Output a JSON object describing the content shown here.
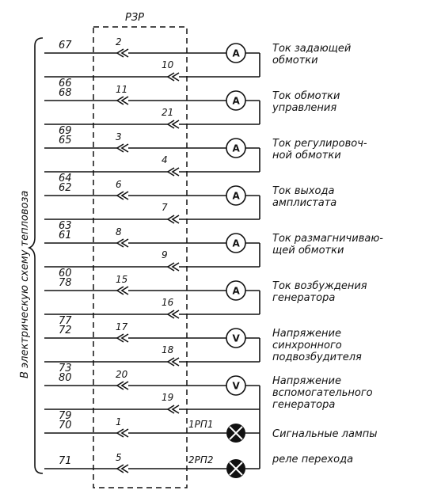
{
  "connector_label": "РЗР",
  "side_note": "В электрическую схему тепловоза",
  "groups": [
    {
      "top_wire": "67",
      "top_pin": "2",
      "bottom_wire": "66",
      "bottom_pin": "10",
      "device": "A",
      "lines": [
        "Ток задающей",
        "обмотки"
      ]
    },
    {
      "top_wire": "68",
      "top_pin": "11",
      "bottom_wire": "69",
      "bottom_pin": "21",
      "device": "A",
      "lines": [
        "Ток обмотки",
        "управления"
      ]
    },
    {
      "top_wire": "65",
      "top_pin": "3",
      "bottom_wire": "64",
      "bottom_pin": "4",
      "device": "A",
      "lines": [
        "Ток регулировоч-",
        "ной обмотки"
      ]
    },
    {
      "top_wire": "62",
      "top_pin": "6",
      "bottom_wire": "63",
      "bottom_pin": "7",
      "device": "A",
      "lines": [
        "Ток выхода",
        "амплистата"
      ]
    },
    {
      "top_wire": "61",
      "top_pin": "8",
      "bottom_wire": "60",
      "bottom_pin": "9",
      "device": "A",
      "lines": [
        "Ток размагничиваю-",
        "щей обмотки"
      ]
    },
    {
      "top_wire": "78",
      "top_pin": "15",
      "bottom_wire": "77",
      "bottom_pin": "16",
      "device": "A",
      "lines": [
        "Ток возбуждения",
        "генератора"
      ]
    },
    {
      "top_wire": "72",
      "top_pin": "17",
      "bottom_wire": "73",
      "bottom_pin": "18",
      "device": "V",
      "lines": [
        "Напряжение",
        "синхронного",
        "подвозбудителя"
      ]
    },
    {
      "top_wire": "80",
      "top_pin": "20",
      "bottom_wire": "79",
      "bottom_pin": "19",
      "device": "V",
      "lines": [
        "Напряжение",
        "вспомогательного",
        "генератора"
      ]
    }
  ],
  "lamps": [
    {
      "wire": "70",
      "pin": "1",
      "relay": "1РП1",
      "label": "Сигнальные лампы"
    },
    {
      "wire": "71",
      "pin": "5",
      "relay": "2РП2",
      "label": "реле перехода"
    }
  ]
}
